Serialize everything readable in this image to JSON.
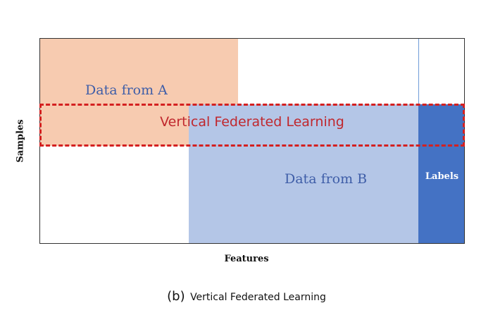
{
  "diagram": {
    "block_a_label": "Data from A",
    "block_b_label": "Data from B",
    "labels_block_label": "Labels",
    "vfl_label": "Vertical Federated Learning",
    "y_axis_label": "Samples",
    "x_axis_label": "Features"
  },
  "caption": {
    "tag": "(b)",
    "text": "Vertical Federated Learning"
  },
  "colors": {
    "block_a": "#f7cbb0",
    "block_b": "#b4c6e7",
    "labels_block": "#4472c4",
    "vfl_dash": "#d42020",
    "text_blue": "#3f5ea8",
    "text_red": "#c0272d"
  }
}
